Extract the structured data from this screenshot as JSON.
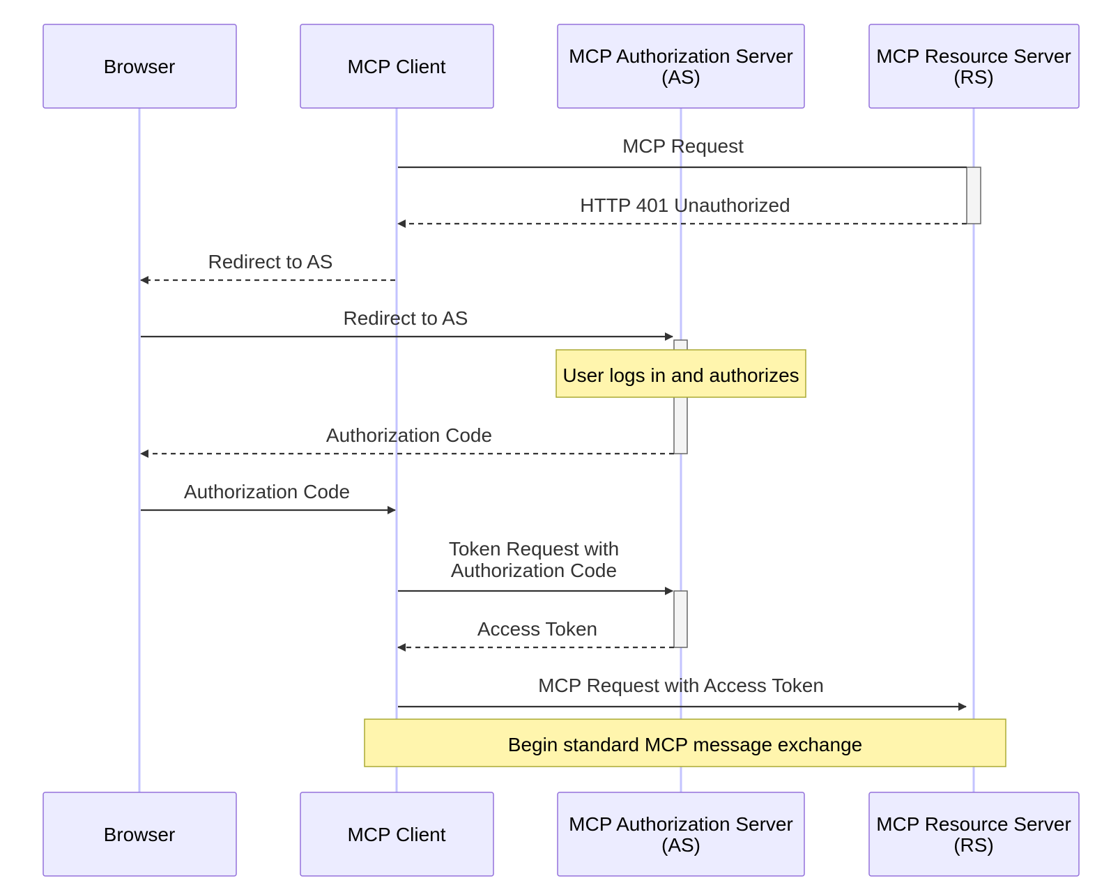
{
  "participants": [
    {
      "id": "browser",
      "lines": [
        "Browser"
      ]
    },
    {
      "id": "client",
      "lines": [
        "MCP Client"
      ]
    },
    {
      "id": "as",
      "lines": [
        "MCP Authorization Server",
        "(AS)"
      ]
    },
    {
      "id": "rs",
      "lines": [
        "MCP Resource Server",
        "(RS)"
      ]
    }
  ],
  "messages": [
    {
      "from": "client",
      "to": "rs",
      "lines": [
        "MCP Request"
      ],
      "style": "solid"
    },
    {
      "from": "rs",
      "to": "client",
      "lines": [
        "HTTP 401 Unauthorized"
      ],
      "style": "dashed"
    },
    {
      "from": "client",
      "to": "browser",
      "lines": [
        "Redirect to AS"
      ],
      "style": "dashed"
    },
    {
      "from": "browser",
      "to": "as",
      "lines": [
        "Redirect to AS"
      ],
      "style": "solid"
    },
    {
      "from": "as",
      "to": "browser",
      "lines": [
        "Authorization Code"
      ],
      "style": "dashed"
    },
    {
      "from": "browser",
      "to": "client",
      "lines": [
        "Authorization Code"
      ],
      "style": "solid"
    },
    {
      "from": "client",
      "to": "as",
      "lines": [
        "Token Request with",
        "Authorization Code"
      ],
      "style": "solid"
    },
    {
      "from": "as",
      "to": "client",
      "lines": [
        "Access Token"
      ],
      "style": "dashed"
    },
    {
      "from": "client",
      "to": "rs",
      "lines": [
        "MCP Request with Access Token"
      ],
      "style": "solid"
    }
  ],
  "notes": [
    {
      "over": [
        "as"
      ],
      "text": "User logs in and authorizes"
    },
    {
      "over": [
        "client",
        "rs"
      ],
      "text": "Begin standard MCP message exchange"
    }
  ]
}
